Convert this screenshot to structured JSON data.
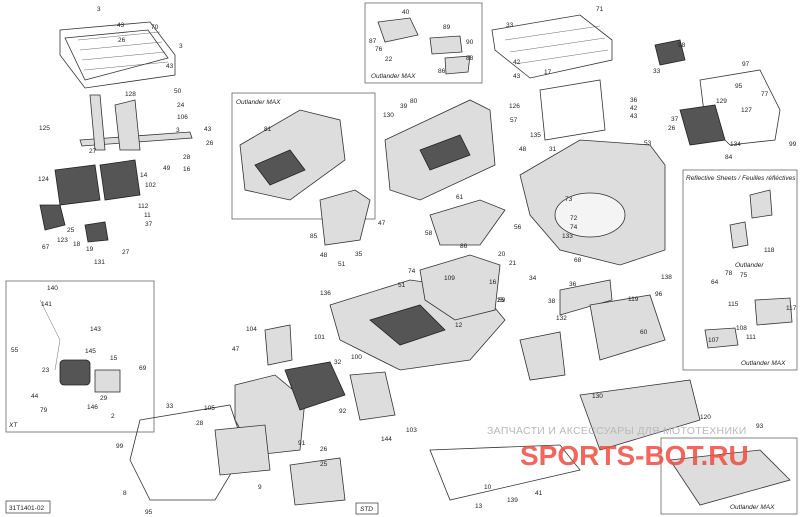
{
  "diagram_code": "31T1401-02",
  "std_label": "STD",
  "variants": {
    "outlander_max_top": "Outlander MAX",
    "outlander_max_center": "Outlander MAX",
    "reflective_title": "Reflective Sheets / Feuilles réfléctives",
    "outlander_right": "Outlander",
    "outlander_max_right": "Outlander MAX",
    "xt_label": "XT",
    "outlander_max_bottom": "Outlander MAX"
  },
  "watermark": {
    "line1": "ЗАПЧАСТИ И АКСЕССУАРЫ ДЛЯ МОТОТЕХНИКИ",
    "line2": "SPORTS-BOT.RU"
  },
  "callouts": [
    "3",
    "43",
    "70",
    "26",
    "3",
    "43",
    "128",
    "50",
    "24",
    "106",
    "125",
    "3",
    "43",
    "26",
    "28",
    "16",
    "49",
    "27",
    "14",
    "102",
    "124",
    "112",
    "11",
    "37",
    "19",
    "67",
    "123",
    "25",
    "18",
    "131",
    "27",
    "40",
    "87",
    "76",
    "22",
    "89",
    "90",
    "88",
    "86",
    "81",
    "39",
    "130",
    "80",
    "85",
    "47",
    "48",
    "51",
    "35",
    "61",
    "58",
    "56",
    "86",
    "71",
    "33",
    "42",
    "43",
    "17",
    "126",
    "36",
    "42",
    "43",
    "57",
    "135",
    "48",
    "31",
    "53",
    "98",
    "33",
    "97",
    "95",
    "77",
    "127",
    "129",
    "37",
    "26",
    "134",
    "84",
    "99",
    "73",
    "72",
    "74",
    "20",
    "21",
    "34",
    "133",
    "68",
    "138",
    "109",
    "16",
    "25",
    "12",
    "59",
    "136",
    "51",
    "74",
    "36",
    "38",
    "132",
    "119",
    "60",
    "96",
    "104",
    "101",
    "32",
    "100",
    "47",
    "144",
    "103",
    "92",
    "140",
    "141",
    "143",
    "55",
    "23",
    "145",
    "15",
    "44",
    "79",
    "146",
    "29",
    "69",
    "2",
    "33",
    "105",
    "99",
    "28",
    "91",
    "8",
    "95",
    "26",
    "25",
    "9",
    "13",
    "139",
    "10",
    "41",
    "130",
    "120",
    "93",
    "118",
    "78",
    "75",
    "64",
    "115",
    "108",
    "107",
    "111",
    "117"
  ]
}
